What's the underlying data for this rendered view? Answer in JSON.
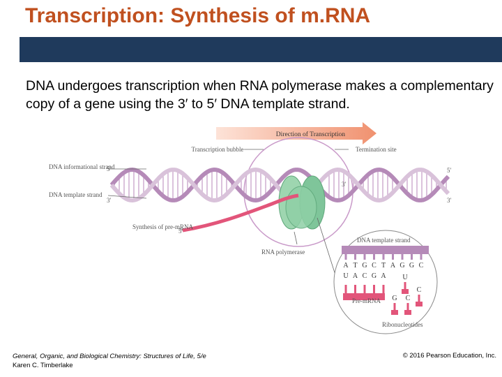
{
  "slide": {
    "title": "Transcription: Synthesis of m.RNA",
    "body": "DNA undergoes transcription when RNA polymerase makes a complementary copy of a gene using the 3′ to 5′ DNA template strand."
  },
  "diagram": {
    "direction_label": "Direction of Transcription",
    "labels": {
      "transcription_bubble": "Transcription bubble",
      "termination_site": "Termination site",
      "dna_informational_strand": "DNA informational strand",
      "dna_template_strand": "DNA template strand",
      "synthesis_of_pre_mrna": "Synthesis of pre-mRNA",
      "rna_polymerase": "RNA polymerase",
      "inset_template_strand": "DNA template strand",
      "pre_mrna": "Pre-mRNA",
      "ribonucleotides": "Ribonucleotides"
    },
    "ends": {
      "left_top": "5′",
      "left_bottom": "3′",
      "right_top": "5′",
      "right_bottom": "3′",
      "premrna_end": "5′",
      "middle": "3′"
    },
    "template_bases": [
      "A",
      "T",
      "G",
      "C",
      "T",
      "A",
      "G",
      "G",
      "C"
    ],
    "rna_bases": [
      "U",
      "A",
      "C",
      "G",
      "A"
    ],
    "free_nucleotides": [
      "U",
      "C",
      "G",
      "C"
    ],
    "colors": {
      "dna": "#b58ab8",
      "dna_light": "#d9c2da",
      "rna": "#e2557a",
      "polymerase": "#7fc59a",
      "arrow": "#f0916f"
    }
  },
  "footer": {
    "left_line1": "General, Organic, and Biological Chemistry: Structures of Life, 5/e",
    "left_line2": "Karen C. Timberlake",
    "right": "© 2016 Pearson Education, Inc."
  }
}
